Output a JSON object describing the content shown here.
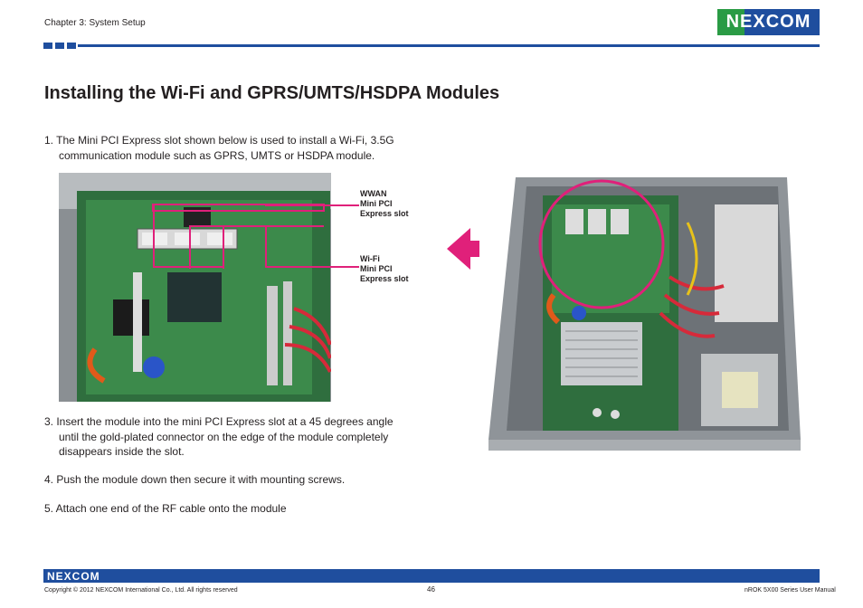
{
  "header": {
    "chapter": "Chapter 3: System Setup",
    "brand_logo": "NEXCOM",
    "colors": {
      "brand_blue": "#1f4e9e",
      "brand_green": "#2a9b45",
      "highlight": "#e0207a"
    }
  },
  "title": "Installing the Wi-Fi and GPRS/UMTS/HSDPA Modules",
  "steps": {
    "s1_line1": "1. The Mini PCI Express slot shown below is used to install a Wi-Fi, 3.5G",
    "s1_line2": "communication module such as GPRS, UMTS or HSDPA module.",
    "s3_line1": "3. Insert the module into the mini PCI Express slot at a 45 degrees angle",
    "s3_line2": "until the gold-plated connector on the edge of the module completely",
    "s3_line3": "disappears inside the slot.",
    "s4": "4. Push the module down then secure it with mounting screws.",
    "s5": "5. Attach one end of the RF cable onto the module"
  },
  "callouts": {
    "wwan": [
      "WWAN",
      "Mini PCI",
      "Express slot"
    ],
    "wifi": [
      "Wi-Fi",
      "Mini PCI",
      "Express slot"
    ]
  },
  "footer": {
    "logo": "NEXCOM",
    "copyright": "Copyright © 2012 NEXCOM International Co., Ltd. All rights reserved",
    "page": "46",
    "manual": "nROK 5X00 Series User Manual"
  }
}
